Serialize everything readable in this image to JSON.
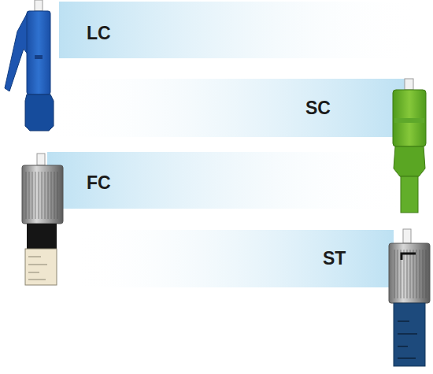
{
  "diagram": {
    "labels": [
      "LC",
      "SC",
      "FC",
      "ST"
    ]
  }
}
